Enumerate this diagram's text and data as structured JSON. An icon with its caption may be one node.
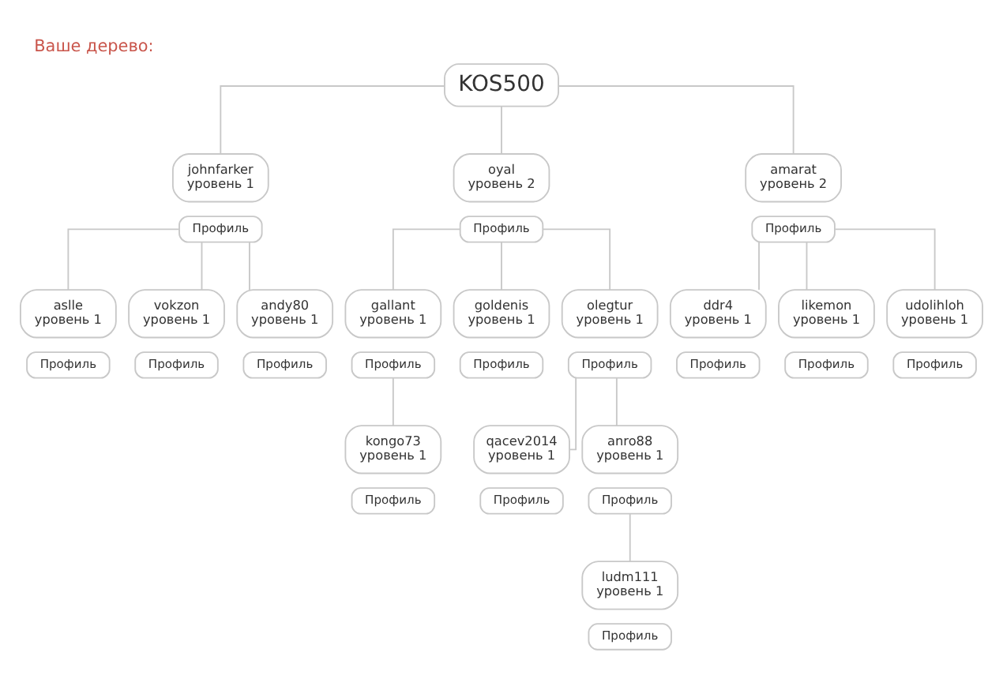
{
  "diagram": {
    "title": "Ваше дерево:",
    "nodes": [
      {
        "text": [
          "KOS500"
        ]
      },
      {
        "text": [
          "johnfarker",
          "уровень 1"
        ]
      },
      {
        "text": [
          "Профиль"
        ]
      },
      {
        "text": [
          "oyal",
          "уровень 2"
        ]
      },
      {
        "text": [
          "Профиль"
        ]
      },
      {
        "text": [
          "amarat",
          "уровень 2"
        ]
      },
      {
        "text": [
          "Профиль"
        ]
      },
      {
        "text": [
          "aslle",
          "уровень 1"
        ]
      },
      {
        "text": [
          "Профиль"
        ]
      },
      {
        "text": [
          "vokzon",
          "уровень 1"
        ]
      },
      {
        "text": [
          "Профиль"
        ]
      },
      {
        "text": [
          "andy80",
          "уровень 1"
        ]
      },
      {
        "text": [
          "Профиль"
        ]
      },
      {
        "text": [
          "gallant",
          "уровень 1"
        ]
      },
      {
        "text": [
          "Профиль"
        ]
      },
      {
        "text": [
          "goldenis",
          "уровень 1"
        ]
      },
      {
        "text": [
          "Профиль"
        ]
      },
      {
        "text": [
          "olegtur",
          "уровень 1"
        ]
      },
      {
        "text": [
          "Профиль"
        ]
      },
      {
        "text": [
          "ddr4",
          "уровень 1"
        ]
      },
      {
        "text": [
          "Профиль"
        ]
      },
      {
        "text": [
          "likemon",
          "уровень 1"
        ]
      },
      {
        "text": [
          "Профиль"
        ]
      },
      {
        "text": [
          "udolihloh",
          "уровень 1"
        ]
      },
      {
        "text": [
          "Профиль"
        ]
      },
      {
        "text": [
          "kongo73",
          "уровень 1"
        ]
      },
      {
        "text": [
          "Профиль"
        ]
      },
      {
        "text": [
          "qacev2014",
          "уровень 1"
        ]
      },
      {
        "text": [
          "Профиль"
        ]
      },
      {
        "text": [
          "anro88",
          "уровень 1"
        ]
      },
      {
        "text": [
          "Профиль"
        ]
      },
      {
        "text": [
          "ludm111",
          "уровень 1"
        ]
      },
      {
        "text": [
          "Профиль"
        ]
      }
    ],
    "edges": [
      {
        "from": 0,
        "to": 1,
        "arrow": "none"
      },
      {
        "from": 0,
        "to": 3,
        "arrow": "none"
      },
      {
        "from": 0,
        "to": 5,
        "arrow": "none"
      },
      {
        "from": 2,
        "to": 7,
        "arrow": "none"
      },
      {
        "from": 2,
        "to": 9,
        "arrow": "none"
      },
      {
        "from": 2,
        "to": 11,
        "arrow": "none"
      },
      {
        "from": 4,
        "to": 13,
        "arrow": "none"
      },
      {
        "from": 4,
        "to": 15,
        "arrow": "none"
      },
      {
        "from": 4,
        "to": 17,
        "arrow": "none"
      },
      {
        "from": 6,
        "to": 19,
        "arrow": "none"
      },
      {
        "from": 6,
        "to": 21,
        "arrow": "none"
      },
      {
        "from": 6,
        "to": 23,
        "arrow": "none"
      },
      {
        "from": 14,
        "to": 25,
        "arrow": "none"
      },
      {
        "from": 18,
        "to": 27,
        "arrow": "none"
      },
      {
        "from": 18,
        "to": 29,
        "arrow": "none"
      },
      {
        "from": 30,
        "to": 31,
        "arrow": "none"
      }
    ]
  }
}
